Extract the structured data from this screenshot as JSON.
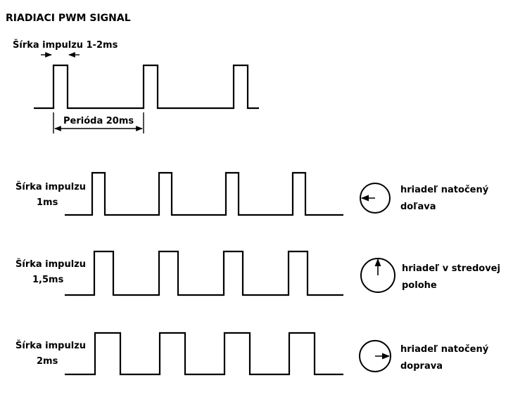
{
  "title": "RIADIACI PWM SIGNAL",
  "top": {
    "pulse_width_label": "Šírka impulzu 1-2ms",
    "period_label": "Perióda 20ms"
  },
  "rows": [
    {
      "label_line1": "Šírka impulzu",
      "label_line2": "1ms",
      "state_line1": "hriadeľ natočený",
      "state_line2": "doľava",
      "shaft": "left"
    },
    {
      "label_line1": "Šírka impulzu",
      "label_line2": "1,5ms",
      "state_line1": "hriadeľ v stredovej",
      "state_line2": "polohe",
      "shaft": "up"
    },
    {
      "label_line1": "Šírka impulzu",
      "label_line2": "2ms",
      "state_line1": "hriadeľ natočený",
      "state_line2": "doprava",
      "shaft": "right"
    }
  ],
  "colors": {
    "ink": "#000000",
    "background": "#ffffff"
  }
}
